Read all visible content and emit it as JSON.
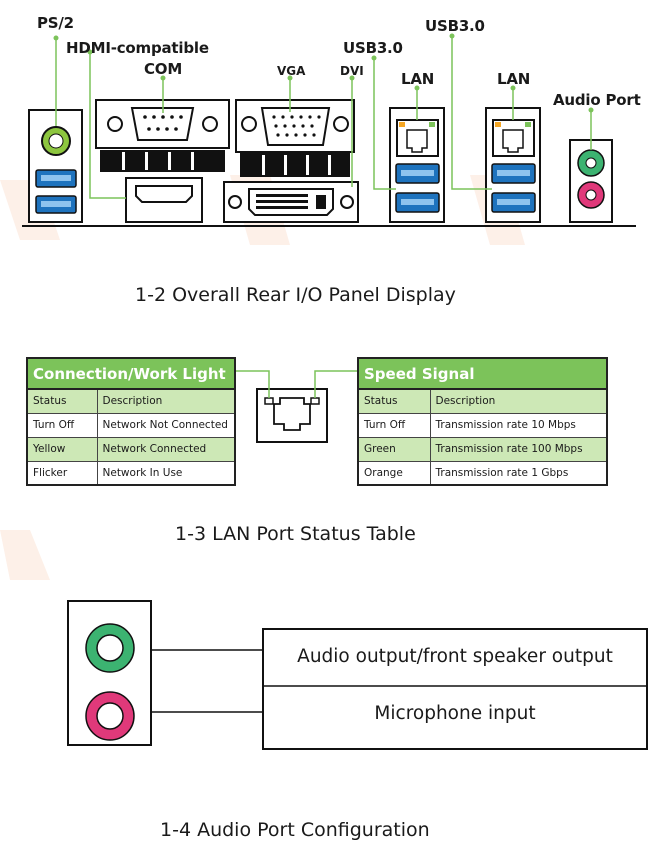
{
  "figure_1_2": {
    "labels": {
      "ps2": "PS/2",
      "hdmi": "HDMI-compatible",
      "com": "COM",
      "vga": "VGA",
      "dvi": "DVI",
      "usb30_left": "USB3.0",
      "usb30_right": "USB3.0",
      "lan_left": "LAN",
      "lan_right": "LAN",
      "audio_port": "Audio Port"
    },
    "caption": "1-2   Overall Rear I/O Panel Display"
  },
  "figure_1_3": {
    "connection_table": {
      "title": "Connection/Work Light",
      "headers": [
        "Status",
        "Description"
      ],
      "rows": [
        [
          "Turn Off",
          "Network Not Connected"
        ],
        [
          "Yellow",
          "Network Connected"
        ],
        [
          "Flicker",
          "Network In Use"
        ]
      ]
    },
    "speed_table": {
      "title": "Speed Signal",
      "headers": [
        "Status",
        "Description"
      ],
      "rows": [
        [
          "Turn Off",
          "Transmission rate 10 Mbps"
        ],
        [
          "Green",
          "Transmission rate 100 Mbps"
        ],
        [
          "Orange",
          "Transmission rate 1 Gbps"
        ]
      ]
    },
    "caption": "1-3    LAN Port Status Table"
  },
  "figure_1_4": {
    "rows": [
      "Audio output/front speaker output",
      "Microphone input"
    ],
    "caption": "1-4    Audio Port Configuration"
  },
  "colors": {
    "accent_green": "#7cc35a",
    "row_shade": "#cde8b6",
    "usb_blue": "#1e73be",
    "audio_green": "#3cb371",
    "audio_pink": "#e0397a",
    "watermark": "#fbe9df"
  }
}
